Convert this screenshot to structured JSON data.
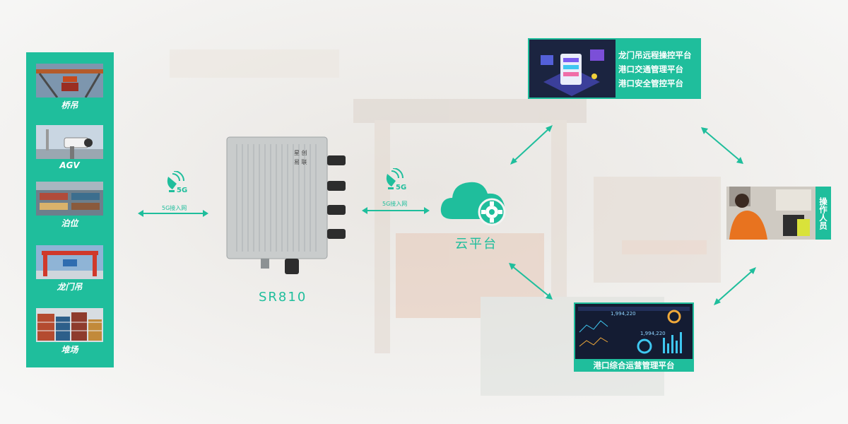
{
  "equipment": [
    {
      "label": "桥吊",
      "icon": "quay-crane-photo"
    },
    {
      "label": "AGV",
      "icon": "surveillance-camera-photo"
    },
    {
      "label": "泊位",
      "icon": "berth-photo"
    },
    {
      "label": "龙门吊",
      "icon": "gantry-crane-photo"
    },
    {
      "label": "堆场",
      "icon": "container-yard-photo"
    }
  ],
  "links": {
    "left_5g": "5G接入网",
    "mid_5g": "5G接入网",
    "badge_text": "5G"
  },
  "device": {
    "name": "SR810",
    "brand_chars": [
      "星",
      "创",
      "易",
      "联"
    ]
  },
  "cloud": {
    "label": "云平台"
  },
  "platforms": [
    "龙门吊远程操控平台",
    "港口交通管理平台",
    "港口安全管控平台"
  ],
  "operator": {
    "label": "操作人员"
  },
  "ops_platform": {
    "label": "港口综合运营管理平台",
    "readout_a": "1,994,220",
    "readout_b": "1,994,220"
  },
  "colors": {
    "accent": "#1fbe9c",
    "dark_panel": "#1b2440"
  }
}
